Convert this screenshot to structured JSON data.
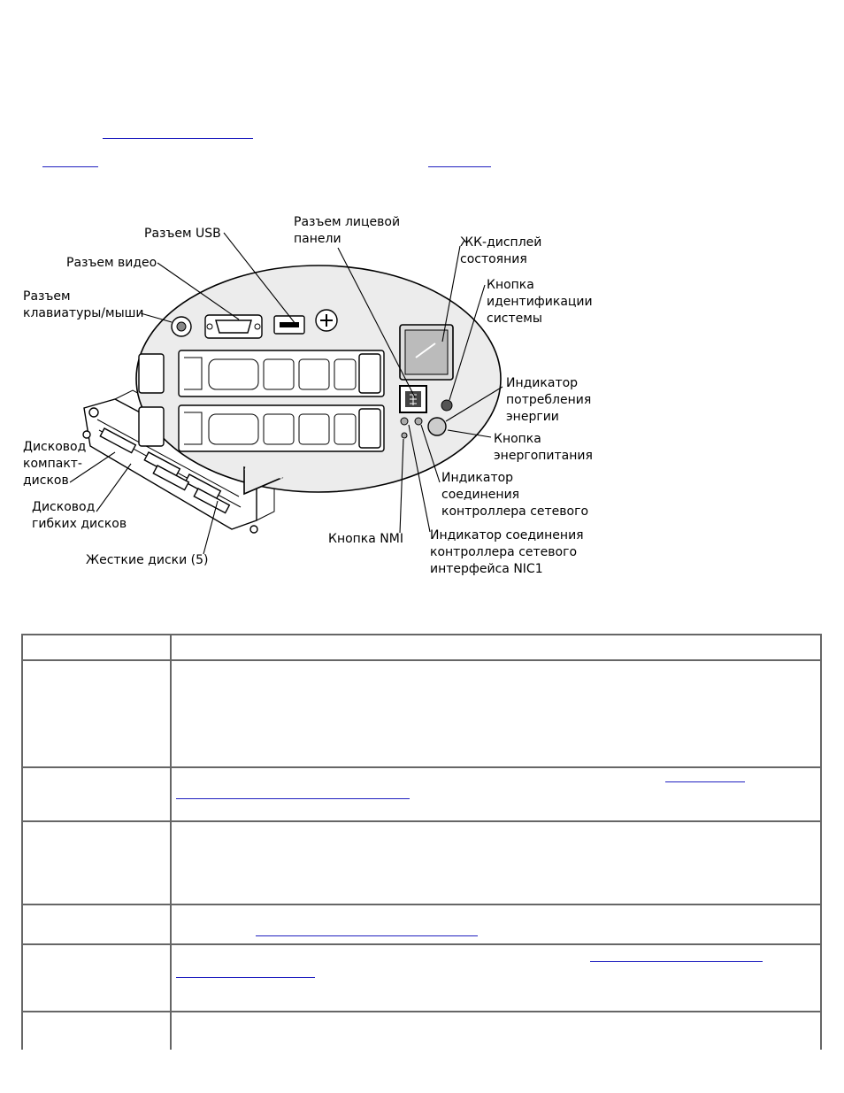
{
  "figure": {
    "labels": {
      "usb": [
        "Разъем USB"
      ],
      "front_panel": [
        "Разъем лицевой",
        "панели"
      ],
      "lcd": [
        "ЖК-дисплей",
        "состояния"
      ],
      "video": [
        "Разъем видео"
      ],
      "keyboard": [
        "Разъем",
        "клавиатуры/мыши"
      ],
      "sys_id": [
        "Кнопка",
        "идентификации",
        "системы"
      ],
      "power_led": [
        "Индикатор",
        "потребления",
        "энергии"
      ],
      "power_button": [
        "Кнопка",
        "энергопитания"
      ],
      "cd_drive": [
        "Дисковод",
        "компакт-",
        "дисков"
      ],
      "nic_link_1": [
        "Индикатор",
        "соединения",
        "контроллера сетевого"
      ],
      "floppy": [
        "Дисковод",
        "гибких дисков"
      ],
      "nmi": [
        "Кнопка NMI"
      ],
      "nic_link_2": [
        "Индикатор соединения",
        "контроллера сетевого",
        "интерфейса NIC1"
      ],
      "hdd": [
        "Жесткие диски (5)"
      ]
    }
  }
}
